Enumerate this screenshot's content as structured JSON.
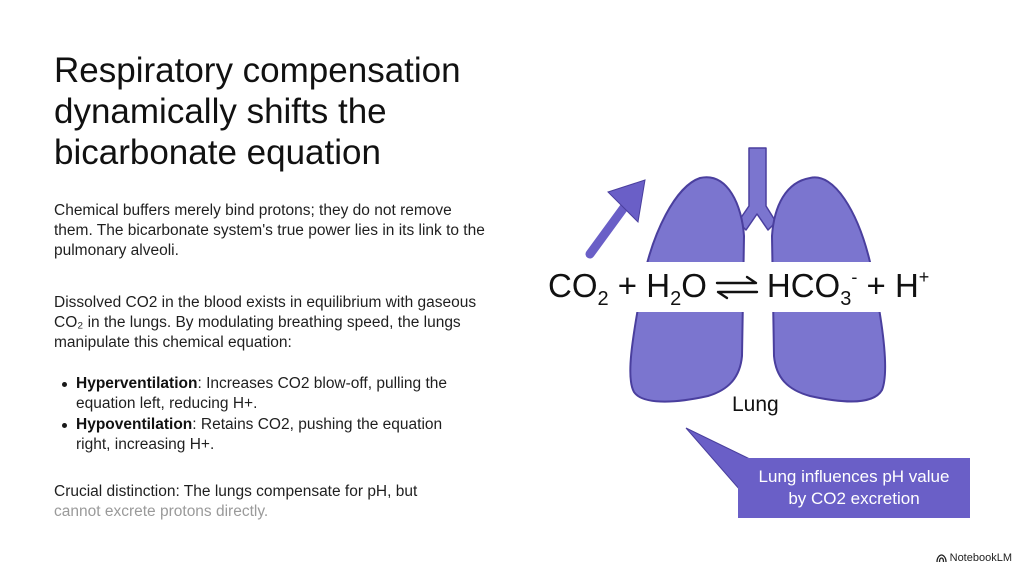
{
  "title": {
    "line1": "Respiratory compensation",
    "line2": "dynamically shifts the",
    "line3": "bicarbonate equation"
  },
  "paragraph1": "Chemical buffers merely bind protons; they do not remove them. The bicarbonate system's true power lies in its link to the pulmonary alveoli.",
  "paragraph2": "Dissolved CO2 in the blood exists in equilibrium with gaseous CO₂ in the lungs. By modulating breathing speed, the lungs manipulate this chemical equation:",
  "bullets": [
    {
      "term": "Hyperventilation",
      "text": ": Increases CO2 blow-off, pulling the equation left, reducing H+."
    },
    {
      "term": "Hypoventilation",
      "text": ": Retains CO2, pushing the equation right, increasing H+."
    }
  ],
  "paragraph3": {
    "line1": "Crucial distinction: The lungs compensate for pH, but",
    "line2": "cannot excrete protons directly."
  },
  "equation": {
    "co": "CO",
    "co_sub": "2",
    "plus1": " + H",
    "h_sub": "2",
    "o": "O",
    "hco": "HCO",
    "hco_sub": "3",
    "hco_sup": "-",
    "plus2": " + H",
    "h_sup": "+"
  },
  "lung_label": "Lung",
  "callout": {
    "line1": "Lung influences pH value",
    "line2": "by CO2 excretion"
  },
  "brand": "NotebookLM",
  "colors": {
    "lung_fill": "#7b75cf",
    "lung_stroke": "#4a3f9e",
    "accent": "#6a5fc7"
  }
}
